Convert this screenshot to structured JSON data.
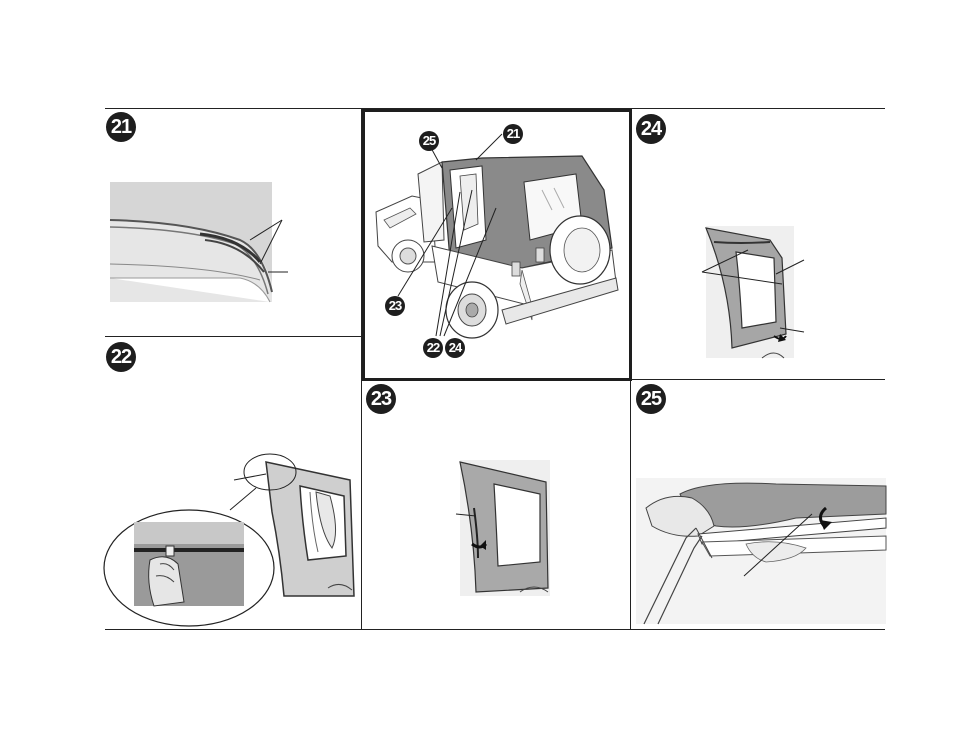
{
  "steps": {
    "s21": {
      "number": "21"
    },
    "s22": {
      "number": "22"
    },
    "s23": {
      "number": "23"
    },
    "s24": {
      "number": "24"
    },
    "s25": {
      "number": "25"
    }
  },
  "overview": {
    "callouts": [
      "25",
      "21",
      "23",
      "22",
      "24"
    ]
  }
}
